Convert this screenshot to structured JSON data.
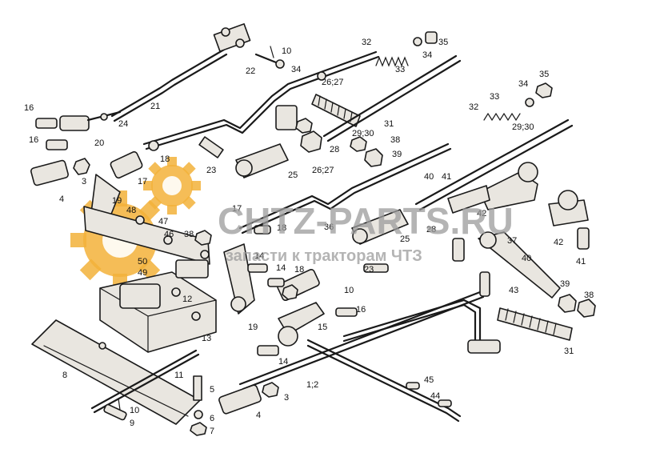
{
  "watermark": {
    "brand": "CHTZ-PARTS.RU",
    "tagline": "запасти к тракторам ЧТЗ",
    "brand_color": "#9c9c9c",
    "gear_color": "#f3b23a"
  },
  "callouts": [
    {
      "id": "c1",
      "label": "1;2"
    },
    {
      "id": "c3a",
      "label": "3"
    },
    {
      "id": "c3b",
      "label": "3"
    },
    {
      "id": "c4a",
      "label": "4"
    },
    {
      "id": "c4b",
      "label": "4"
    },
    {
      "id": "c5",
      "label": "5"
    },
    {
      "id": "c6",
      "label": "6"
    },
    {
      "id": "c7",
      "label": "7"
    },
    {
      "id": "c8",
      "label": "8"
    },
    {
      "id": "c9",
      "label": "9"
    },
    {
      "id": "c10a",
      "label": "10"
    },
    {
      "id": "c10b",
      "label": "10"
    },
    {
      "id": "c10c",
      "label": "10"
    },
    {
      "id": "c11",
      "label": "11"
    },
    {
      "id": "c12",
      "label": "12"
    },
    {
      "id": "c13",
      "label": "13"
    },
    {
      "id": "c14a",
      "label": "14"
    },
    {
      "id": "c14b",
      "label": "14"
    },
    {
      "id": "c14c",
      "label": "14"
    },
    {
      "id": "c15",
      "label": "15"
    },
    {
      "id": "c16a",
      "label": "16"
    },
    {
      "id": "c16b",
      "label": "16"
    },
    {
      "id": "c16c",
      "label": "16"
    },
    {
      "id": "c17a",
      "label": "17"
    },
    {
      "id": "c17b",
      "label": "17"
    },
    {
      "id": "c18a",
      "label": "18"
    },
    {
      "id": "c18b",
      "label": "18"
    },
    {
      "id": "c18c",
      "label": "18"
    },
    {
      "id": "c19a",
      "label": "19"
    },
    {
      "id": "c19b",
      "label": "19"
    },
    {
      "id": "c20",
      "label": "20"
    },
    {
      "id": "c21",
      "label": "21"
    },
    {
      "id": "c22",
      "label": "22"
    },
    {
      "id": "c23a",
      "label": "23"
    },
    {
      "id": "c23b",
      "label": "23"
    },
    {
      "id": "c24",
      "label": "24"
    },
    {
      "id": "c25a",
      "label": "25"
    },
    {
      "id": "c25b",
      "label": "25"
    },
    {
      "id": "c26a",
      "label": "26;27"
    },
    {
      "id": "c26b",
      "label": "26;27"
    },
    {
      "id": "c28a",
      "label": "28"
    },
    {
      "id": "c28b",
      "label": "28"
    },
    {
      "id": "c29a",
      "label": "29;30"
    },
    {
      "id": "c29b",
      "label": "29;30"
    },
    {
      "id": "c31a",
      "label": "31"
    },
    {
      "id": "c31b",
      "label": "31"
    },
    {
      "id": "c32a",
      "label": "32"
    },
    {
      "id": "c32b",
      "label": "32"
    },
    {
      "id": "c33a",
      "label": "33"
    },
    {
      "id": "c33b",
      "label": "33"
    },
    {
      "id": "c34a",
      "label": "34"
    },
    {
      "id": "c34b",
      "label": "34"
    },
    {
      "id": "c34c",
      "label": "34"
    },
    {
      "id": "c35a",
      "label": "35"
    },
    {
      "id": "c35b",
      "label": "35"
    },
    {
      "id": "c36",
      "label": "36"
    },
    {
      "id": "c37",
      "label": "37"
    },
    {
      "id": "c38a",
      "label": "38"
    },
    {
      "id": "c38b",
      "label": "38"
    },
    {
      "id": "c38c",
      "label": "38"
    },
    {
      "id": "c39a",
      "label": "39"
    },
    {
      "id": "c39b",
      "label": "39"
    },
    {
      "id": "c40a",
      "label": "40"
    },
    {
      "id": "c40b",
      "label": "40"
    },
    {
      "id": "c41a",
      "label": "41"
    },
    {
      "id": "c41b",
      "label": "41"
    },
    {
      "id": "c42a",
      "label": "42"
    },
    {
      "id": "c42b",
      "label": "42"
    },
    {
      "id": "c43",
      "label": "43"
    },
    {
      "id": "c44",
      "label": "44"
    },
    {
      "id": "c45",
      "label": "45"
    },
    {
      "id": "c46",
      "label": "46"
    },
    {
      "id": "c47",
      "label": "47"
    },
    {
      "id": "c48",
      "label": "48"
    },
    {
      "id": "c49",
      "label": "49"
    },
    {
      "id": "c50",
      "label": "50"
    }
  ]
}
